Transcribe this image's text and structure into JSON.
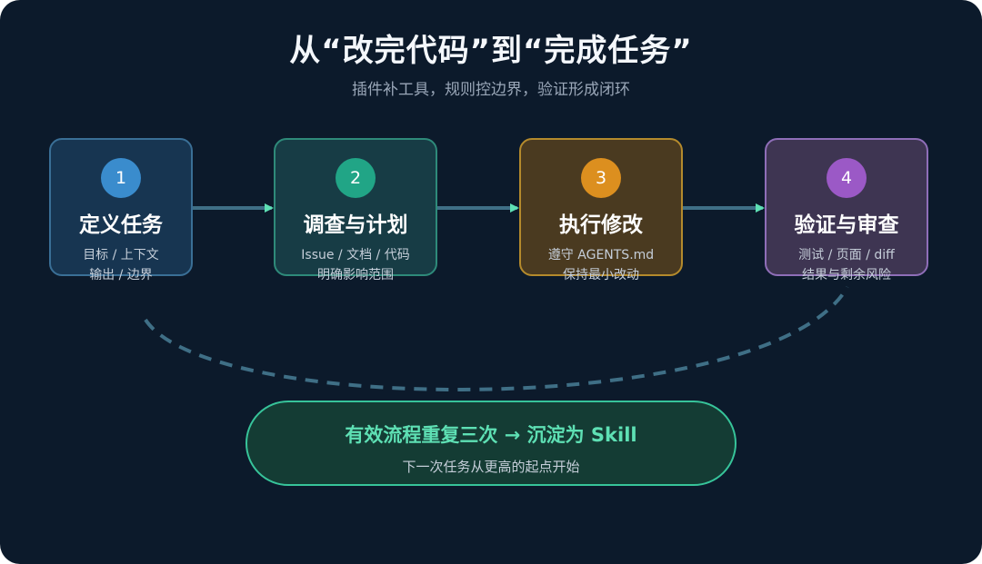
{
  "title": "从“改完代码”到“完成任务”",
  "subtitle": "插件补工具，规则控边界，验证形成闭环",
  "steps": [
    {
      "number": "1",
      "name": "定义任务",
      "line1": "目标 / 上下文",
      "line2": "输出 / 边界",
      "color": "#3a8ccd"
    },
    {
      "number": "2",
      "name": "调查与计划",
      "line1": "Issue / 文档 / 代码",
      "line2": "明确影响范围",
      "color": "#21a586"
    },
    {
      "number": "3",
      "name": "执行修改",
      "line1": "遵守 AGENTS.md",
      "line2": "保持最小改动",
      "color": "#dc8f1f"
    },
    {
      "number": "4",
      "name": "验证与审查",
      "line1": "测试 / 页面 / diff",
      "line2": "结果与剩余风险",
      "color": "#9b59c6"
    }
  ],
  "loop": {
    "main": "有效流程重复三次 → 沉淀为 Skill",
    "sub": "下一次任务从更高的起点开始",
    "accent": "#5ee0b4"
  }
}
